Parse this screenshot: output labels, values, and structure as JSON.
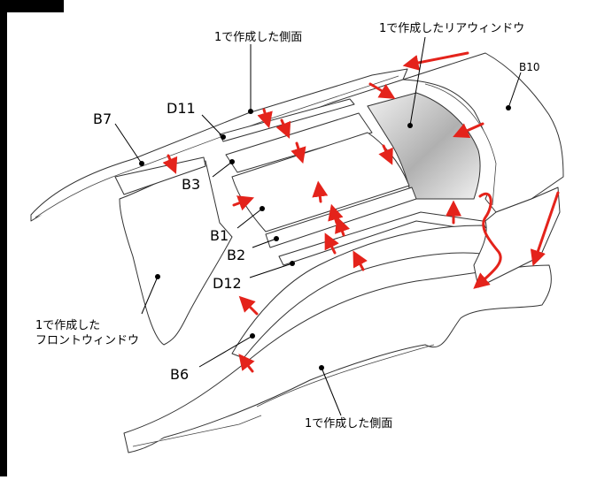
{
  "labels": {
    "side_top": "1で作成した側面",
    "rear_window": "1で作成したリアウィンドウ",
    "b10": "B10",
    "b7": "B7",
    "d11": "D11",
    "b3": "B3",
    "b1": "B1",
    "b2": "B2",
    "d12": "D12",
    "front_window_line1": "1で作成した",
    "front_window_line2": "フロントウィンドウ",
    "b6": "B6",
    "side_bottom": "1で作成した側面"
  },
  "colors": {
    "arrow": "#e4231b",
    "frame_left": "#000000",
    "rear_window_fill_light": "#f4f4f4",
    "rear_window_fill_dark": "#9a9a9a"
  }
}
